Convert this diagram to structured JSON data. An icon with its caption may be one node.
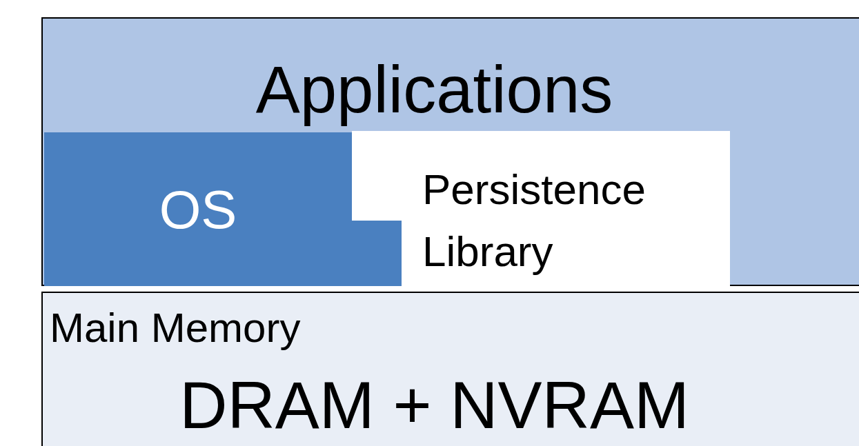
{
  "diagram": {
    "nodes": [
      {
        "text": [
          "Applications"
        ]
      },
      {
        "text": [
          "OS"
        ],
        "in": 0
      },
      {
        "text": [
          "Persistence Library"
        ],
        "in": 0
      },
      {
        "text": [
          "Main Memory",
          "DRAM + NVRAM"
        ]
      }
    ]
  }
}
